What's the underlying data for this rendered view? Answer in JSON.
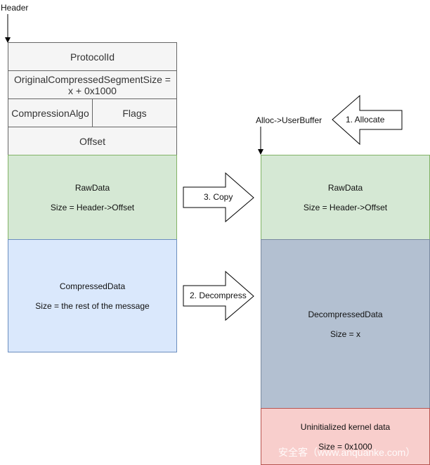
{
  "labels": {
    "header": "Header",
    "alloc_user_buffer": "Alloc->UserBuffer"
  },
  "left": {
    "protocol_id": "ProtocolId",
    "orig_size_line1": "OriginalCompressedSegmentSize =",
    "orig_size_line2": "x + 0x1000",
    "compression_algo": "CompressionAlgo",
    "flags": "Flags",
    "offset": "Offset",
    "raw_title": "RawData",
    "raw_size": "Size = Header->Offset",
    "comp_title": "CompressedData",
    "comp_size": "Size = the rest of the message"
  },
  "right": {
    "raw_title": "RawData",
    "raw_size": "Size = Header->Offset",
    "decomp_title": "DecompressedData",
    "decomp_size": "Size = x",
    "uninit_title": "Uninitialized kernel data",
    "uninit_size": "Size = 0x1000"
  },
  "arrows": {
    "allocate": "1. Allocate",
    "decompress": "2. Decompress",
    "copy": "3. Copy"
  },
  "watermark": "安全客（www.anquanke.com）",
  "colors": {
    "header_fill": "#f5f5f5",
    "raw_fill": "#d5e8d4",
    "compressed_fill": "#dae8fc",
    "decompressed_fill": "#b3c0d1",
    "uninit_fill": "#f8cecc"
  }
}
